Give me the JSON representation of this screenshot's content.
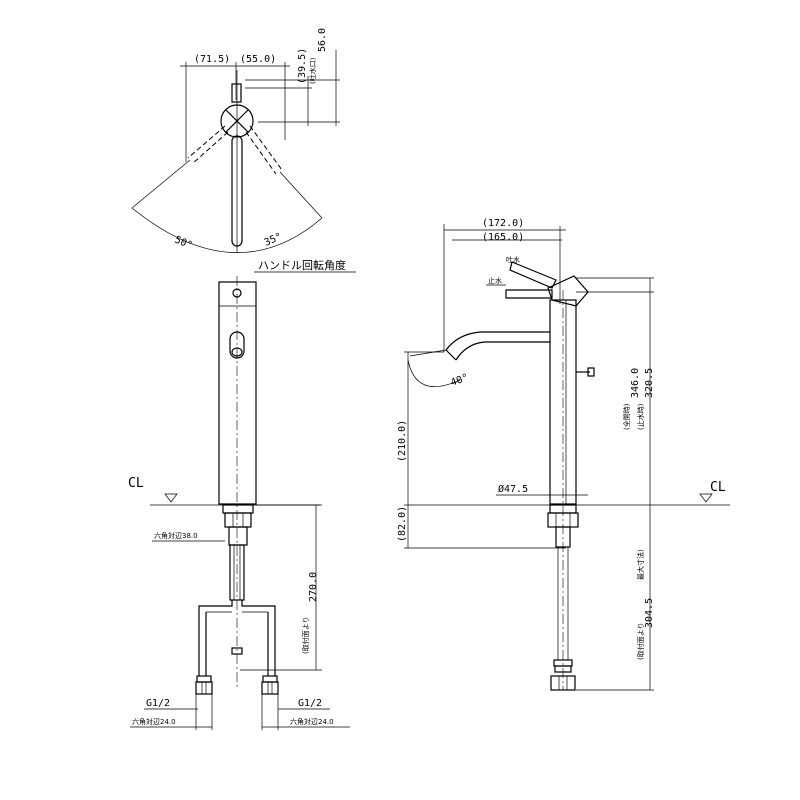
{
  "top": {
    "dim_71_5": "(71.5)",
    "dim_55_0": "(55.0)",
    "dim_39_5": "(39.5)",
    "dim_56_0": "56.0",
    "note_56": "(吐水口)",
    "angle_50": "50°",
    "angle_35": "35°",
    "handle_rotation_label": "ハンドル回転角度"
  },
  "front": {
    "cl_label": "CL",
    "hex_38": "六角対辺38.0",
    "dim_270": "270.0",
    "note_270": "(取付面より",
    "g_left": "G1/2",
    "g_right": "G1/2",
    "hex_24_left": "六角対辺24.0",
    "hex_24_right": "六角対辺24.0"
  },
  "side": {
    "dim_172": "(172.0)",
    "dim_165": "(165.0)",
    "hot_water_label": "吐水",
    "stop_water_label": "止水",
    "angle_40": "40°",
    "dim_210": "(210.0)",
    "dim_82": "(82.0)",
    "dia_47_5": "Ø47.5",
    "dim_346": "346.0",
    "note_346": "(全開時)",
    "dim_320_5": "320.5",
    "note_320_5": "(止水時)",
    "dim_304_5": "304.5",
    "note_304_5": "(取付面より",
    "note_304_5b": "最大寸法)",
    "cl_label": "CL"
  }
}
